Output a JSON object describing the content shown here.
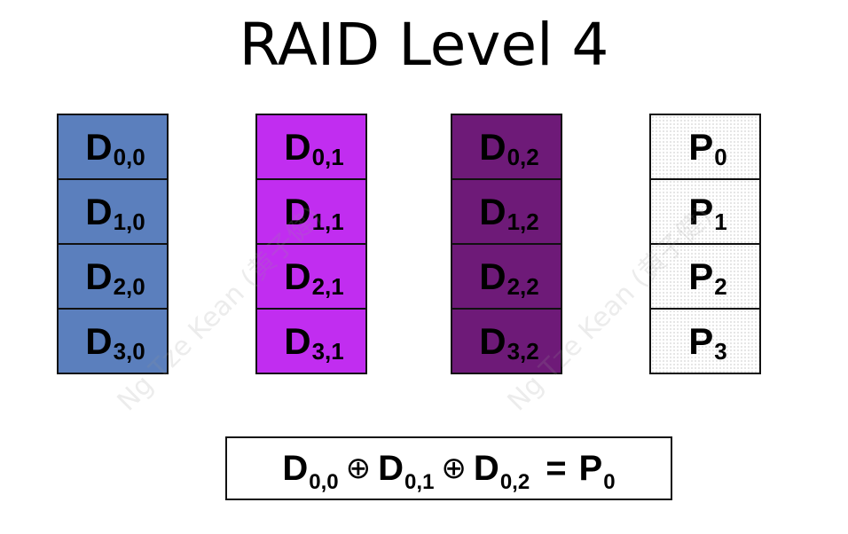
{
  "title": "RAID Level 4",
  "colors": {
    "disk0": "#5b7fbd",
    "disk1": "#c12df0",
    "disk2": "#6e1a78",
    "parity": "#ffffff"
  },
  "disks": [
    {
      "blocks": [
        {
          "base": "D",
          "sub": "0,0"
        },
        {
          "base": "D",
          "sub": "1,0"
        },
        {
          "base": "D",
          "sub": "2,0"
        },
        {
          "base": "D",
          "sub": "3,0"
        }
      ]
    },
    {
      "blocks": [
        {
          "base": "D",
          "sub": "0,1"
        },
        {
          "base": "D",
          "sub": "1,1"
        },
        {
          "base": "D",
          "sub": "2,1"
        },
        {
          "base": "D",
          "sub": "3,1"
        }
      ]
    },
    {
      "blocks": [
        {
          "base": "D",
          "sub": "0,2"
        },
        {
          "base": "D",
          "sub": "1,2"
        },
        {
          "base": "D",
          "sub": "2,2"
        },
        {
          "base": "D",
          "sub": "3,2"
        }
      ]
    },
    {
      "blocks": [
        {
          "base": "P",
          "sub": "0"
        },
        {
          "base": "P",
          "sub": "1"
        },
        {
          "base": "P",
          "sub": "2"
        },
        {
          "base": "P",
          "sub": "3"
        }
      ]
    }
  ],
  "formula": {
    "terms": [
      {
        "base": "D",
        "sub": "0,0"
      },
      {
        "base": "D",
        "sub": "0,1"
      },
      {
        "base": "D",
        "sub": "0,2"
      }
    ],
    "operator": "⊕",
    "equals": "=",
    "result": {
      "base": "P",
      "sub": "0"
    }
  },
  "watermark": "Ng Tze Kean (黄子健)"
}
